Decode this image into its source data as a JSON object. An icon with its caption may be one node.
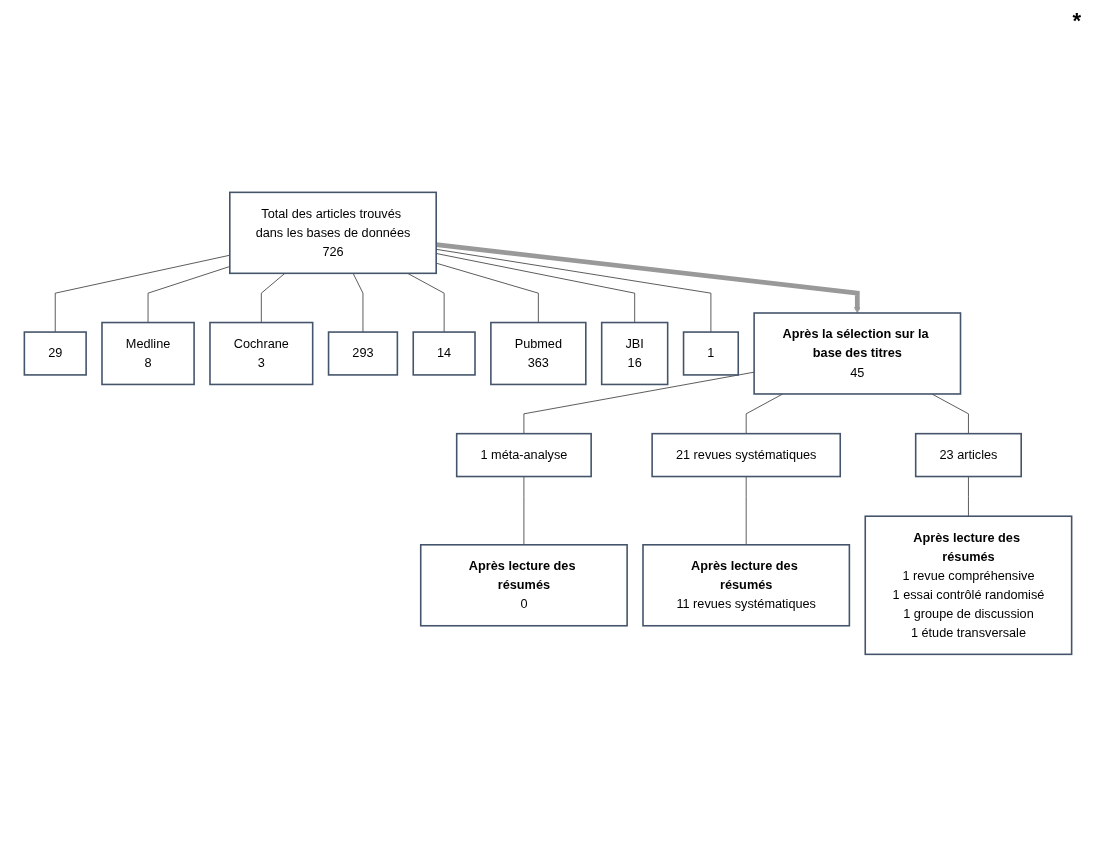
{
  "diagram": {
    "nodes": [
      {
        "text": [
          "Total des articles trouvés dans les bases de données",
          "726"
        ]
      },
      {
        "text": [
          "29"
        ]
      },
      {
        "text": [
          "Medline",
          "8"
        ]
      },
      {
        "text": [
          "Cochrane",
          "3"
        ]
      },
      {
        "text": [
          "293"
        ]
      },
      {
        "text": [
          "14"
        ]
      },
      {
        "text": [
          "Pubmed",
          "363"
        ]
      },
      {
        "text": [
          "JBI",
          "16"
        ]
      },
      {
        "text": [
          "1"
        ]
      },
      {
        "text": [
          "Après la sélection sur la base des titres",
          "45"
        ]
      },
      {
        "text": [
          "1 méta-analyse"
        ]
      },
      {
        "text": [
          "21 revues systématiques"
        ]
      },
      {
        "text": [
          "23 articles"
        ]
      },
      {
        "text": [
          "Après lecture des résumés",
          "0"
        ]
      },
      {
        "text": [
          "Après lecture des résumés",
          "11 revues systématiques"
        ]
      },
      {
        "text": [
          "Après lecture des résumés",
          "1 revue compréhensive",
          "1 essai contrôlé randomisé",
          "1 groupe de discussion",
          "1 étude transversale"
        ]
      }
    ],
    "edges": [
      {
        "from": 0,
        "to": 1,
        "arrow": "none"
      },
      {
        "from": 0,
        "to": 2,
        "arrow": "none"
      },
      {
        "from": 0,
        "to": 3,
        "arrow": "none"
      },
      {
        "from": 0,
        "to": 4,
        "arrow": "none"
      },
      {
        "from": 0,
        "to": 5,
        "arrow": "none"
      },
      {
        "from": 0,
        "to": 6,
        "arrow": "none"
      },
      {
        "from": 0,
        "to": 7,
        "arrow": "none"
      },
      {
        "from": 0,
        "to": 8,
        "arrow": "none"
      },
      {
        "from": 0,
        "to": 9,
        "arrow": "to",
        "style": "thick",
        "color": "#999999"
      },
      {
        "from": 9,
        "to": 10,
        "arrow": "none"
      },
      {
        "from": 9,
        "to": 11,
        "arrow": "none"
      },
      {
        "from": 9,
        "to": 12,
        "arrow": "none"
      },
      {
        "from": 10,
        "to": 13,
        "arrow": "none"
      },
      {
        "from": 11,
        "to": 14,
        "arrow": "none"
      },
      {
        "from": 12,
        "to": 15,
        "arrow": "none"
      }
    ],
    "labels": [
      "*"
    ]
  }
}
